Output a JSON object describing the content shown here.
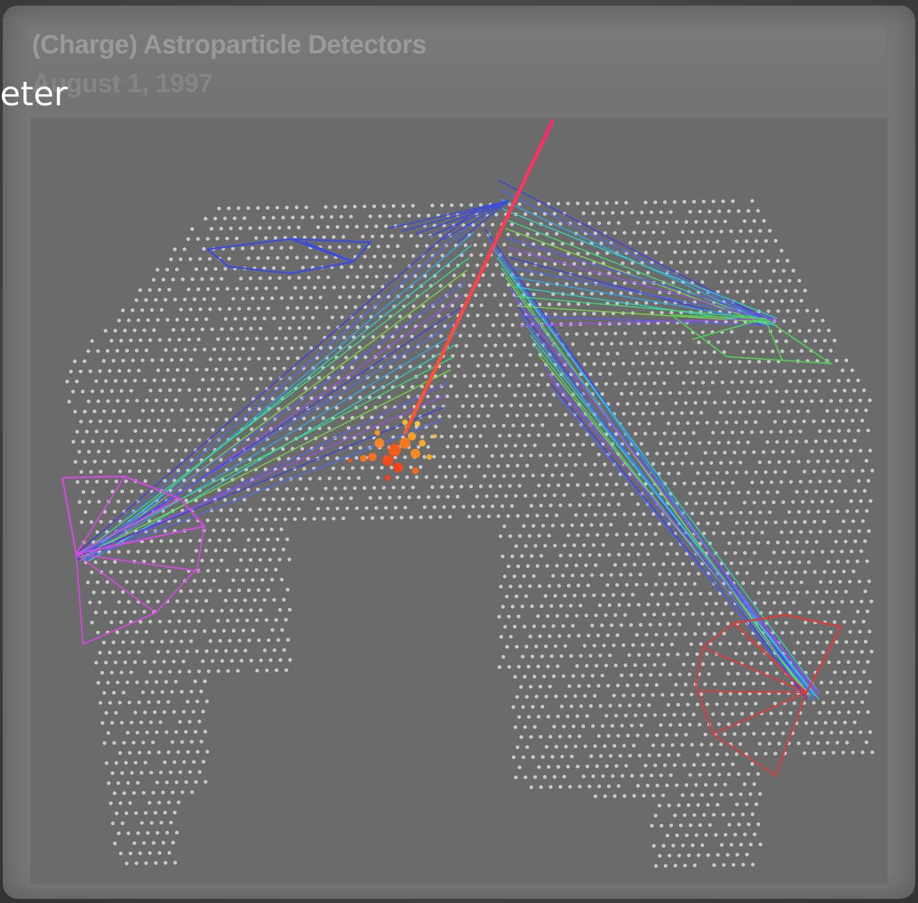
{
  "header": {
    "title": "(Charge) Astroparticle Detectors",
    "date": "August 1, 1997"
  },
  "overlay": {
    "text": "eter"
  },
  "colors": {
    "background": "#6b6b6b",
    "dots": "#d9d9d9",
    "beam": "#e8365c",
    "hotspot": "#ff6a1a",
    "detector_magenta": "#d24be0",
    "detector_red": "#e03a3a",
    "detector_green": "#55c955",
    "detector_blue": "#3a4de0"
  },
  "icons": [
    "particle-shower-icon"
  ]
}
